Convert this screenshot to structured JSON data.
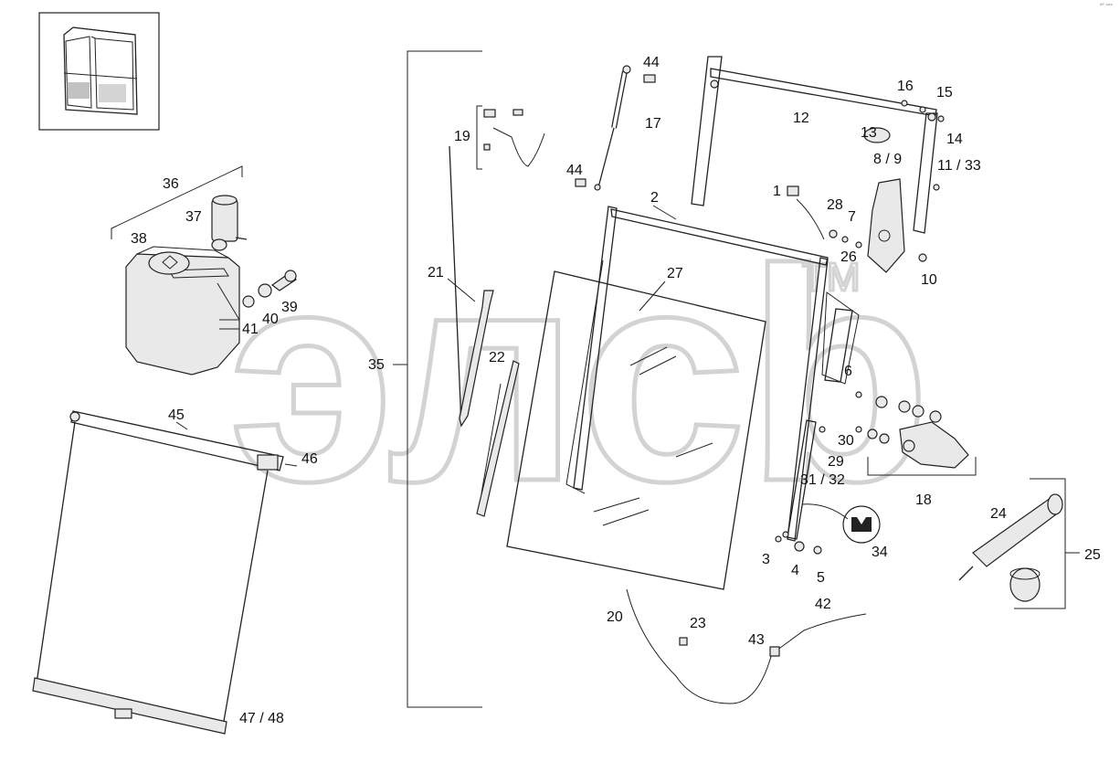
{
  "watermark": {
    "text": "элcb",
    "tm": "TM"
  },
  "corner_mark": "ᴬᴾ ᵒᵒᵒ",
  "labels": {
    "l1": "1",
    "l2": "2",
    "l3": "3",
    "l4": "4",
    "l5": "5",
    "l6": "6",
    "l7": "7",
    "l8_9": "8 / 9",
    "l10": "10",
    "l11_33": "11 / 33",
    "l12": "12",
    "l13": "13",
    "l14": "14",
    "l15": "15",
    "l16": "16",
    "l17": "17",
    "l18": "18",
    "l19": "19",
    "l20": "20",
    "l21": "21",
    "l22": "22",
    "l23": "23",
    "l24": "24",
    "l25": "25",
    "l26": "26",
    "l27": "27",
    "l28": "28",
    "l29": "29",
    "l30": "30",
    "l31_32": "31 / 32",
    "l34": "34",
    "l35": "35",
    "l36": "36",
    "l37": "37",
    "l38": "38",
    "l39": "39",
    "l40": "40",
    "l41": "41",
    "l42": "42",
    "l43": "43",
    "l44a": "44",
    "l44b": "44",
    "l45": "45",
    "l46": "46",
    "l47_48": "47 / 48"
  }
}
